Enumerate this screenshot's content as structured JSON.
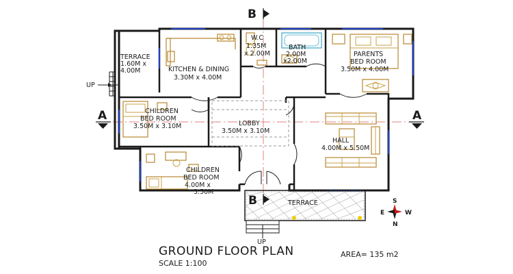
{
  "plan": {
    "title": "GROUND FLOOR PLAN",
    "area": "AREA= 135 m2",
    "scale": "SCALE 1:100"
  },
  "rooms": {
    "terrace_top": {
      "name": "TERRACE",
      "dim1": "1.60M x",
      "dim2": "4.00M"
    },
    "kitchen": {
      "name": "KITCHEN & DINING",
      "dim": "3.30M x 4.00M"
    },
    "wc": {
      "name": "W.C",
      "dim1": "1.35M",
      "dim2": "x 2.00M"
    },
    "bath": {
      "name": "BATH",
      "dim1": "2.00M",
      "dim2": "x2.00M"
    },
    "parents": {
      "name1": "PARENTS",
      "name2": "BED ROOM",
      "dim": "3.50M x 4.00M"
    },
    "children1": {
      "name1": "CHILDREN",
      "name2": "BED ROOM",
      "dim": "3.50M x 3.10M"
    },
    "lobby": {
      "name": "LOBBY",
      "dim": "3.50M x 3.10M"
    },
    "hall": {
      "name": "HALL",
      "dim": "4.00M x 5.50M"
    },
    "children2": {
      "name1": "CHILDREN",
      "name2": "BED ROOM",
      "dim1": "4.00M x",
      "dim2": "3.50M"
    },
    "terrace_bottom": {
      "name": "TERRACE"
    }
  },
  "markers": {
    "section_a": "A",
    "section_b": "B",
    "up_left": "UP",
    "up_bottom": "UP"
  },
  "compass": {
    "n": "N",
    "s": "S",
    "e": "E",
    "w": "W"
  },
  "colors": {
    "walls": "#1a1a1a",
    "windows": "#1f3fbf",
    "furniture": "#b8862e",
    "axis": "#e08080"
  }
}
